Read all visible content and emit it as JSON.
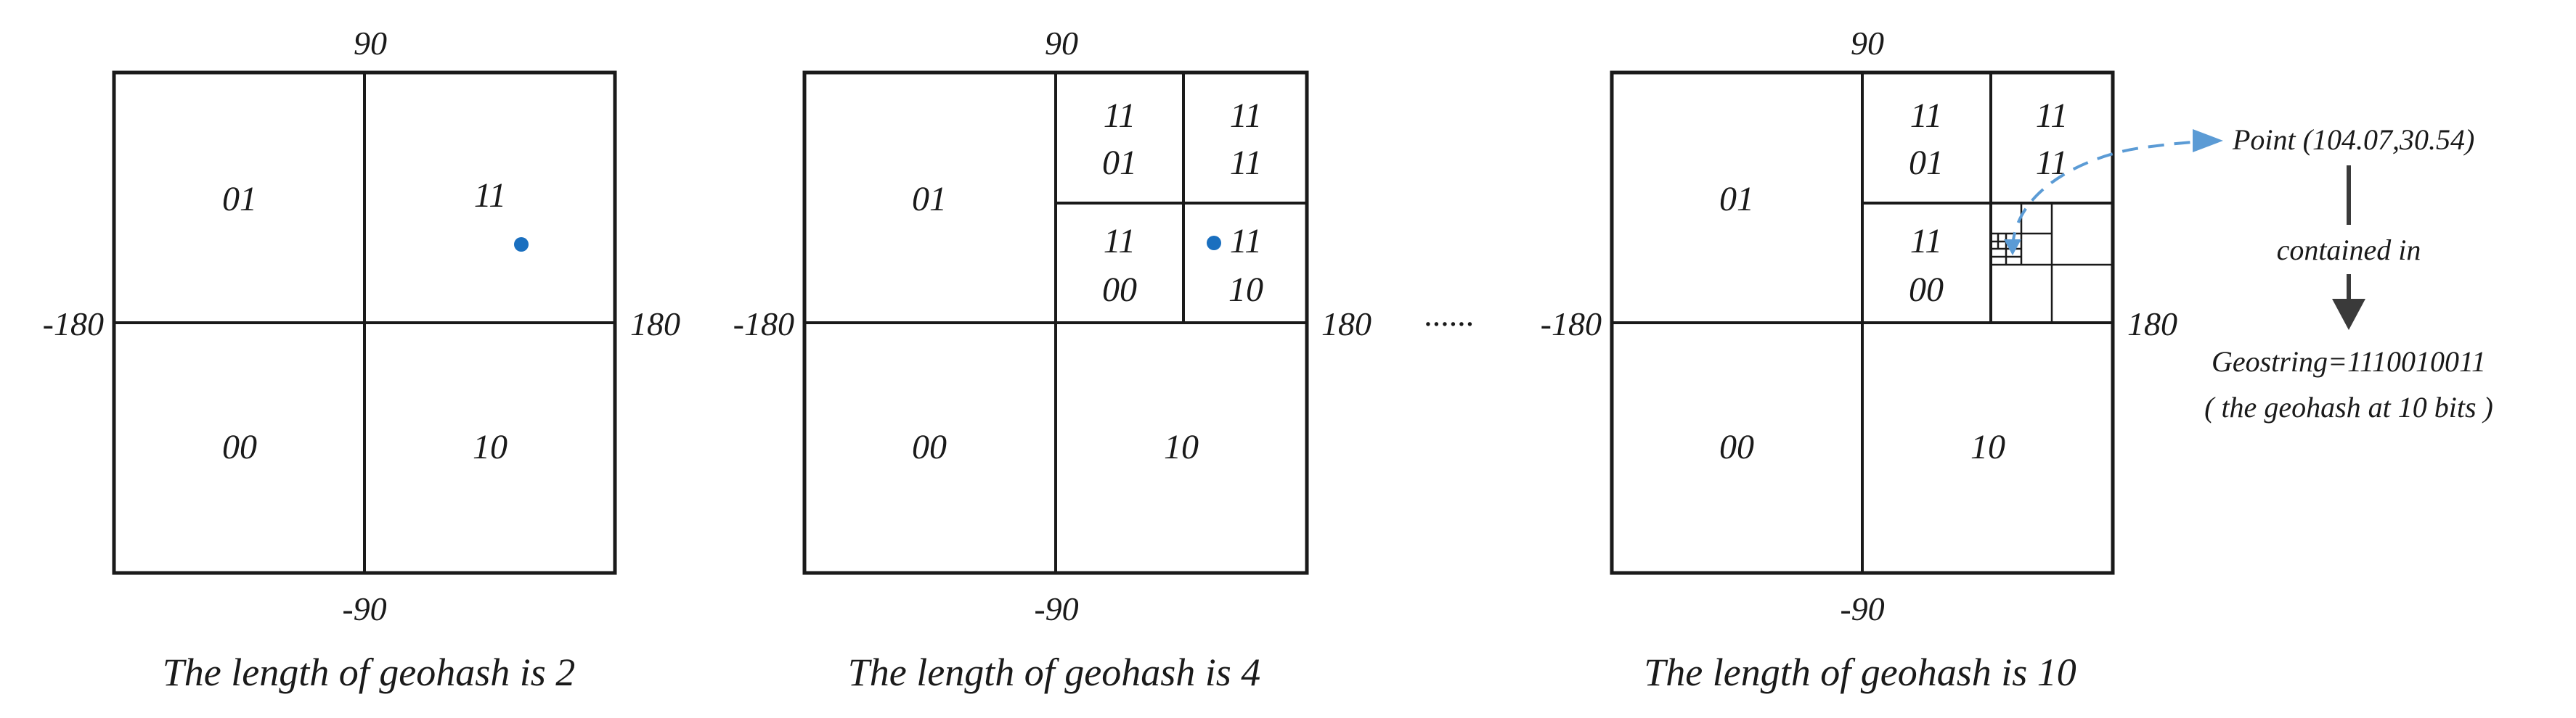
{
  "panels": [
    {
      "top": "90",
      "bottom": "-90",
      "left": "-180",
      "right": "180",
      "cells": [
        "01",
        "11",
        "00",
        "10"
      ],
      "caption": "The length of geohash is 2"
    },
    {
      "top": "90",
      "bottom": "-90",
      "left": "-180",
      "right": "180",
      "cells": [
        "01",
        "00",
        "10"
      ],
      "sub": [
        [
          "11",
          "01"
        ],
        [
          "11",
          "11"
        ],
        [
          "11",
          "00"
        ],
        [
          "11",
          "10"
        ]
      ],
      "caption": "The length of geohash is 4"
    },
    {
      "top": "90",
      "bottom": "-90",
      "left": "-180",
      "right": "180",
      "cells": [
        "01",
        "00",
        "10"
      ],
      "sub": [
        [
          "11",
          "01"
        ],
        [
          "11",
          "11"
        ],
        [
          "11",
          "00"
        ]
      ],
      "caption": "The length of geohash is 10"
    }
  ],
  "ellipsis": "······",
  "annotation": {
    "point": "Point (104.07,30.54)",
    "relation": "contained in",
    "geostring": "Geostring=1110010011",
    "note": "( the geohash at 10 bits )"
  },
  "colors": {
    "point": "#1a6fbf",
    "arrow": "#5b9bd5",
    "line": "#1a1a1a",
    "dark_arrow": "#3a3a3a"
  }
}
